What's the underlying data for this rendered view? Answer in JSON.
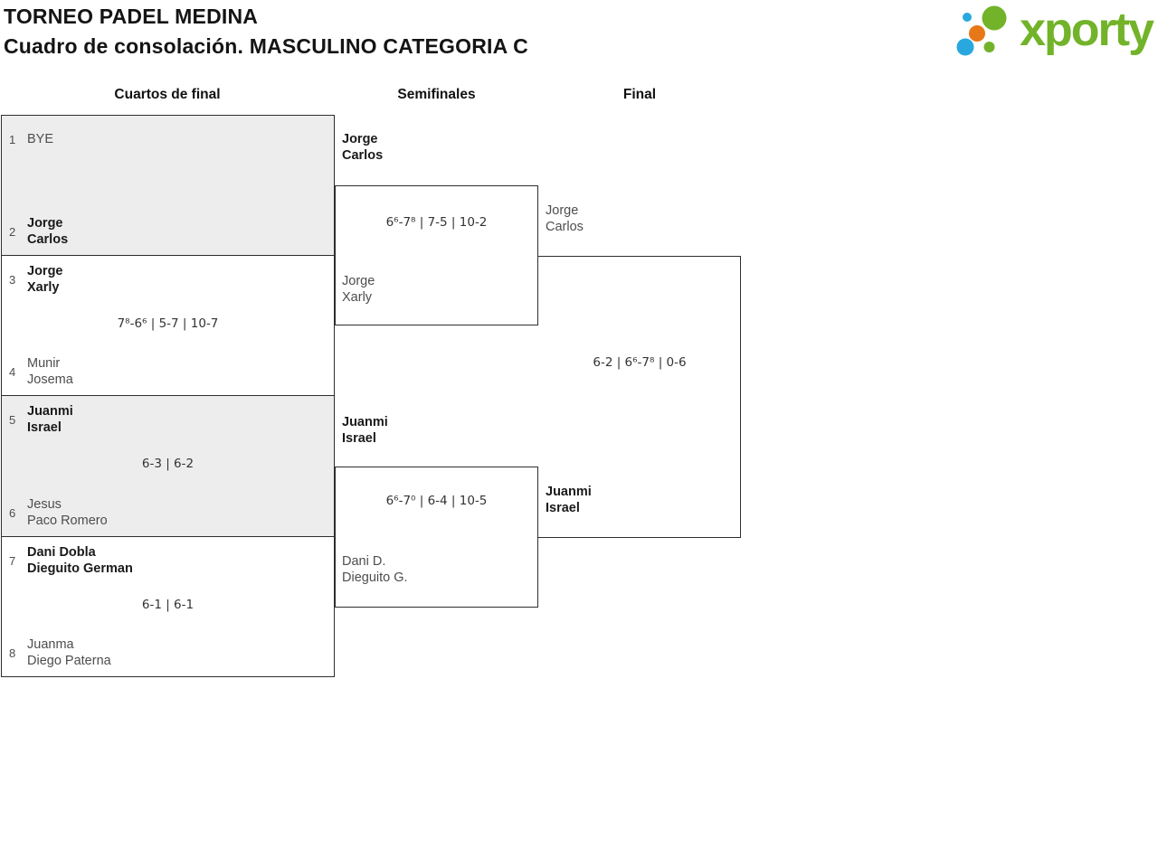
{
  "header": {
    "title_line1": "TORNEO PADEL MEDINA",
    "title_line2": "Cuadro de consolación. MASCULINO CATEGORIA C",
    "logo_text": "xporty",
    "logo_colors": {
      "green": "#72b32a",
      "blue": "#29a8df",
      "orange": "#e67817"
    }
  },
  "rounds": [
    {
      "label": "Cuartos de final"
    },
    {
      "label": "Semifinales"
    },
    {
      "label": "Final"
    }
  ],
  "bracket": {
    "quarterfinals": [
      {
        "seed_top": "1",
        "top": {
          "players": [
            "BYE"
          ],
          "winner": false
        },
        "seed_bottom": "2",
        "bottom": {
          "players": [
            "Jorge",
            "Carlos"
          ],
          "winner": true
        },
        "score": ""
      },
      {
        "seed_top": "3",
        "top": {
          "players": [
            "Jorge",
            "Xarly"
          ],
          "winner": true
        },
        "seed_bottom": "4",
        "bottom": {
          "players": [
            "Munir",
            "Josema"
          ],
          "winner": false
        },
        "score": "7⁸-6⁶ | 5-7 | 10-7"
      },
      {
        "seed_top": "5",
        "top": {
          "players": [
            "Juanmi",
            "Israel"
          ],
          "winner": true
        },
        "seed_bottom": "6",
        "bottom": {
          "players": [
            "Jesus",
            "Paco Romero"
          ],
          "winner": false
        },
        "score": "6-3 | 6-2"
      },
      {
        "seed_top": "7",
        "top": {
          "players": [
            "Dani Dobla",
            "Dieguito German"
          ],
          "winner": true
        },
        "seed_bottom": "8",
        "bottom": {
          "players": [
            "Juanma",
            "Diego Paterna"
          ],
          "winner": false
        },
        "score": "6-1 | 6-1"
      }
    ],
    "semifinals": [
      {
        "top": {
          "players": [
            "Jorge",
            "Carlos"
          ],
          "winner": true
        },
        "bottom": {
          "players": [
            "Jorge",
            "Xarly"
          ],
          "winner": false
        },
        "score": "6⁶-7⁸ | 7-5 | 10-2"
      },
      {
        "top": {
          "players": [
            "Juanmi",
            "Israel"
          ],
          "winner": true
        },
        "bottom": {
          "players": [
            "Dani D.",
            "Dieguito G."
          ],
          "winner": false
        },
        "score": "6⁶-7⁰ | 6-4 | 10-5"
      }
    ],
    "final": {
      "top": {
        "players": [
          "Jorge",
          "Carlos"
        ],
        "winner": false
      },
      "bottom": {
        "players": [
          "Juanmi",
          "Israel"
        ],
        "winner": true
      },
      "score": "6-2 | 6⁶-7⁸ | 0-6"
    }
  }
}
